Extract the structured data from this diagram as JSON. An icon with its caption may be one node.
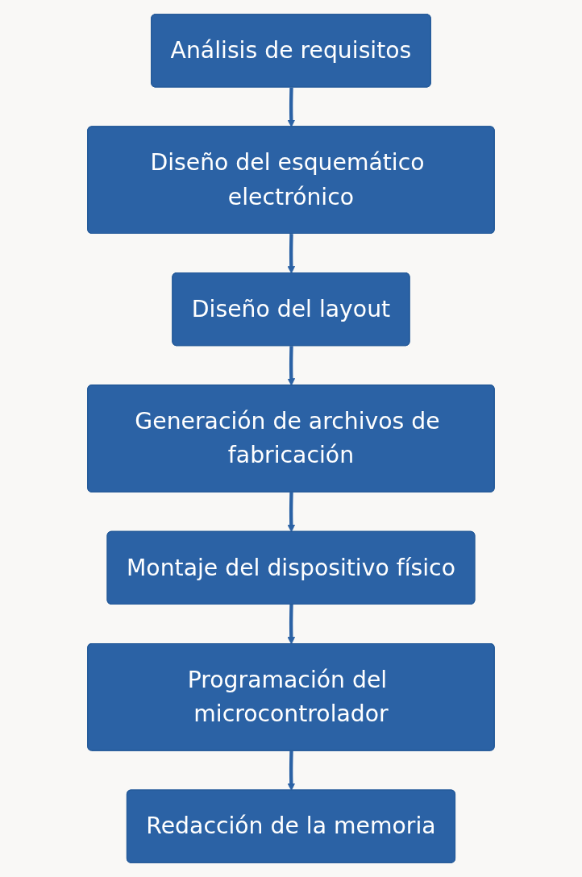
{
  "diagram": {
    "nodes": [
      {
        "text": [
          "Análisis de requisitos"
        ]
      },
      {
        "text": [
          "Diseño del esquemático electrónico"
        ]
      },
      {
        "text": [
          "Diseño del layout"
        ]
      },
      {
        "text": [
          "Generación de archivos de fabricación"
        ]
      },
      {
        "text": [
          "Montaje del dispositivo físico"
        ]
      },
      {
        "text": [
          "Programación del microcontrolador"
        ]
      },
      {
        "text": [
          "Redacción de la memoria"
        ]
      }
    ],
    "edges": [
      {
        "from": 0,
        "to": 1,
        "arrow": "to"
      },
      {
        "from": 1,
        "to": 2,
        "arrow": "to"
      },
      {
        "from": 2,
        "to": 3,
        "arrow": "to"
      },
      {
        "from": 3,
        "to": 4,
        "arrow": "to"
      },
      {
        "from": 4,
        "to": 5,
        "arrow": "to"
      },
      {
        "from": 5,
        "to": 6,
        "arrow": "to"
      }
    ]
  }
}
